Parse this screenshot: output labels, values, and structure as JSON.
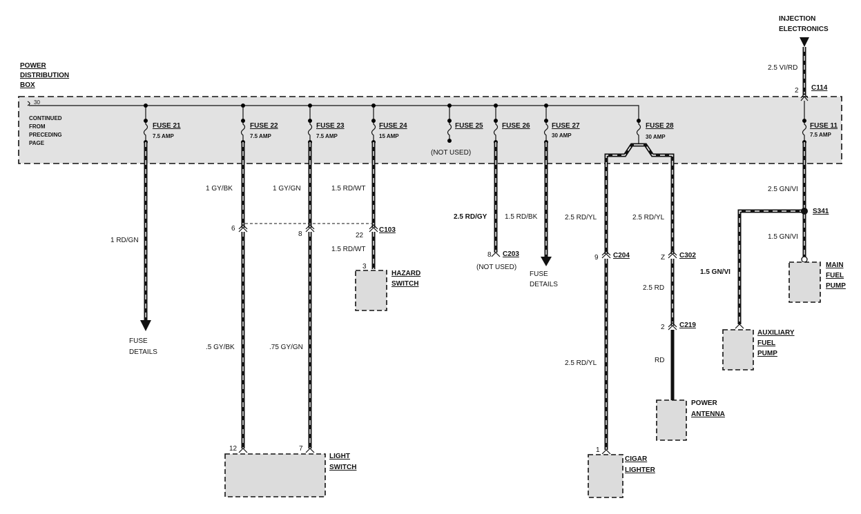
{
  "pdb": {
    "title_lines": [
      "POWER",
      "DISTRIBUTION",
      "BOX"
    ],
    "pin": "30",
    "continued_lines": [
      "CONTINUED",
      "FROM",
      "PRECEDING",
      "PAGE"
    ]
  },
  "injection": {
    "lines": [
      "INJECTION",
      "ELECTRONICS"
    ],
    "wire": "2.5 VI/RD",
    "connector": "C114",
    "pin": "2"
  },
  "fuses": [
    {
      "name": "FUSE 21",
      "rating": "7.5 AMP"
    },
    {
      "name": "FUSE 22",
      "rating": "7.5 AMP"
    },
    {
      "name": "FUSE 23",
      "rating": "7.5 AMP"
    },
    {
      "name": "FUSE 24",
      "rating": "15 AMP"
    },
    {
      "name": "FUSE 25",
      "rating": ""
    },
    {
      "name": "FUSE 26",
      "rating": ""
    },
    {
      "name": "FUSE 27",
      "rating": "30 AMP"
    },
    {
      "name": "FUSE 28",
      "rating": "30 AMP"
    },
    {
      "name": "FUSE 11",
      "rating": "7.5 AMP"
    }
  ],
  "labels": {
    "not_used_25": "(NOT USED)",
    "wire_21": "1 RD/GN",
    "fuse_details_1": [
      "FUSE",
      "DETAILS"
    ],
    "wire_22_top": "1 GY/BK",
    "wire_23_top": "1 GY/GN",
    "wire_24_top": "1.5 RD/WT",
    "pin_22_c103": "6",
    "pin_23_c103": "8",
    "pin_24_c103": "22",
    "c103": "C103",
    "wire_24_bottom": "1.5 RD/WT",
    "pin_hazard": "3",
    "hazard_lines": [
      "HAZARD",
      "SWITCH"
    ],
    "wire_22_bottom": ".5 GY/BK",
    "wire_23_bottom": ".75 GY/GN",
    "pin_ls_12": "12",
    "pin_ls_7": "7",
    "light_lines": [
      "LIGHT",
      "SWITCH"
    ],
    "wire_26": "2.5 RD/GY",
    "wire_27": "1.5 RD/BK",
    "pin_c203": "8",
    "c203": "C203",
    "not_used_c203": "(NOT USED)",
    "fuse_details_2": [
      "FUSE",
      "DETAILS"
    ],
    "wire_28_left": "2.5 RD/YL",
    "wire_28_right": "2.5 RD/YL",
    "pin_c204": "9",
    "c204": "C204",
    "pin_c302": "Z",
    "c302": "C302",
    "wire_c302_c219": "2.5 RD",
    "pin_c219": "2",
    "c219": "C219",
    "wire_rd": "RD",
    "power_lines": [
      "POWER",
      "ANTENNA"
    ],
    "wire_28_bottom": "2.5 RD/YL",
    "pin_cigar": "1",
    "cigar_lines": [
      "CIGAR",
      "LIGHTER"
    ],
    "wire_11": "2.5 GN/VI",
    "s341": "S341",
    "wire_main": "1.5 GN/VI",
    "main_lines": [
      "MAIN",
      "FUEL",
      "PUMP"
    ],
    "wire_aux": "1.5 GN/VI",
    "aux_lines": [
      "AUXILIARY",
      "FUEL",
      "PUMP"
    ]
  }
}
